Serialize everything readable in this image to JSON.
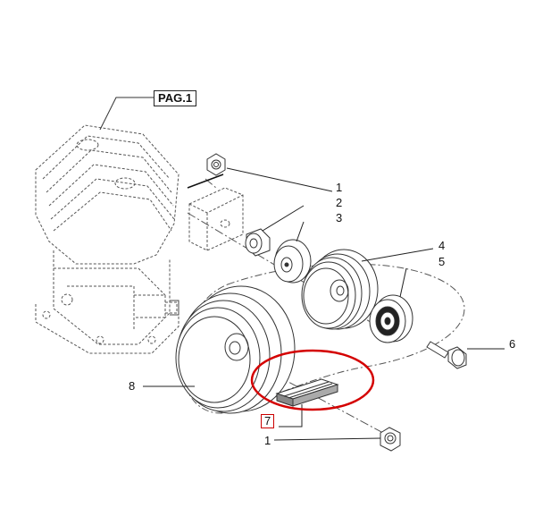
{
  "diagram": {
    "page_ref": "PAG.1",
    "callouts": [
      {
        "id": "1a",
        "text": "1"
      },
      {
        "id": "2",
        "text": "2"
      },
      {
        "id": "3",
        "text": "3"
      },
      {
        "id": "4",
        "text": "4"
      },
      {
        "id": "5",
        "text": "5"
      },
      {
        "id": "6",
        "text": "6"
      },
      {
        "id": "7",
        "text": "7"
      },
      {
        "id": "8",
        "text": "8"
      },
      {
        "id": "1b",
        "text": "1"
      }
    ],
    "highlight_color": "#d40000"
  }
}
